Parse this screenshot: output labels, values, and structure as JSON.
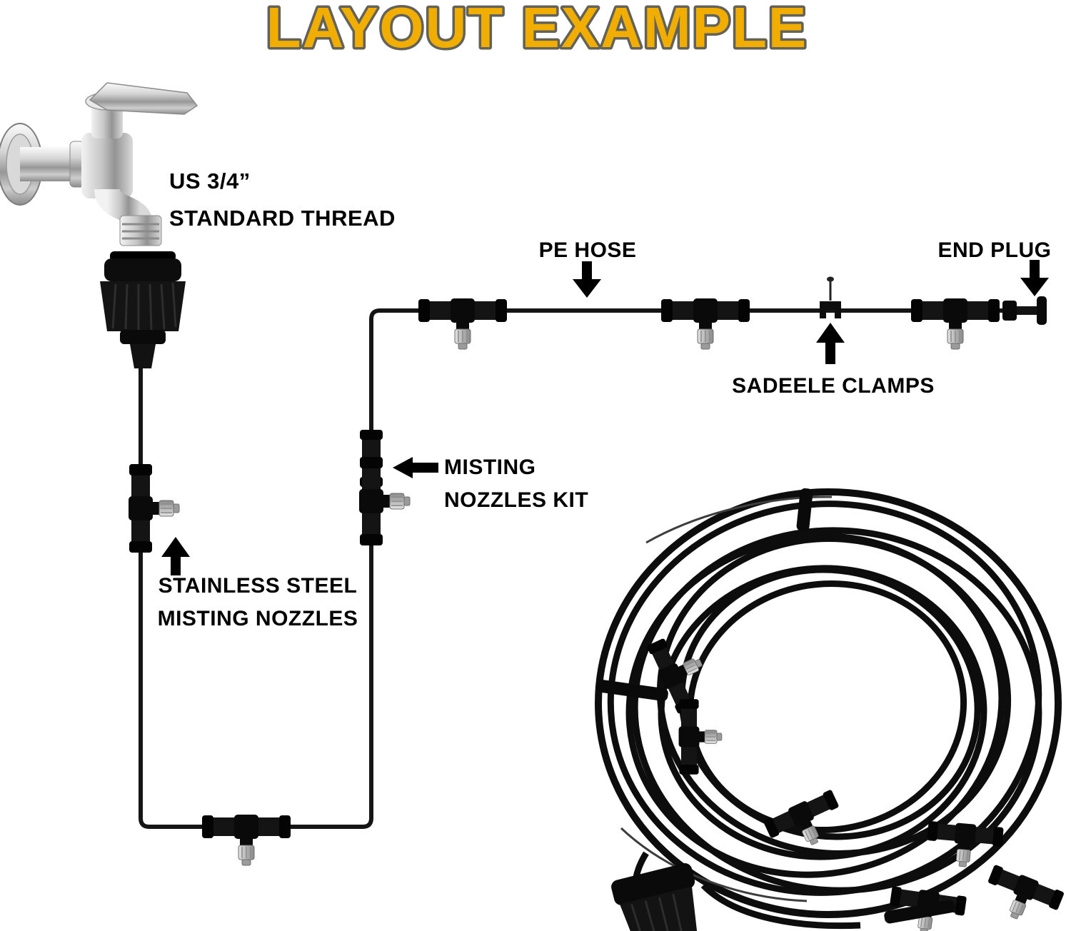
{
  "title": "LAYOUT EXAMPLE",
  "callouts": {
    "thread_line1": "US 3/4”",
    "thread_line2": "STANDARD THREAD",
    "pe_hose": "PE HOSE",
    "end_plug": "END PLUG",
    "clamps": "SADEELE CLAMPS",
    "nozzles_kit_line1": "MISTING",
    "nozzles_kit_line2": "NOZZLES KIT",
    "ss_nozzles_line1": "STAINLESS STEEL",
    "ss_nozzles_line2": "MISTING NOZZLES"
  },
  "colors": {
    "background": "#ffffff",
    "title_fill": "#f2ae00",
    "title_outline": "#62625a",
    "label_text": "#000000",
    "hose": "#151515",
    "fitting_black": "#0c0c0c",
    "nozzle_silver": "#c9c9c9",
    "faucet_chrome": "#cfcfcf"
  }
}
